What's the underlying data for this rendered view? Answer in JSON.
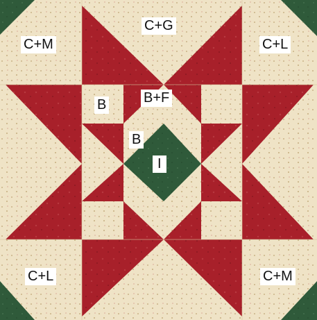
{
  "colors": {
    "red": "#a8202a",
    "red_dark": "#8f1820",
    "cream": "#efe3c6",
    "cream_dark": "#e6d6b2",
    "green": "#2f5a3a"
  },
  "labels": {
    "top_center": "C+G",
    "top_left": "C+M",
    "top_right": "C+L",
    "inner_b_left": "B",
    "inner_bf": "B+F",
    "center_b": "B",
    "center_i": "I",
    "bottom_left": "C+L",
    "bottom_right": "C+M"
  }
}
